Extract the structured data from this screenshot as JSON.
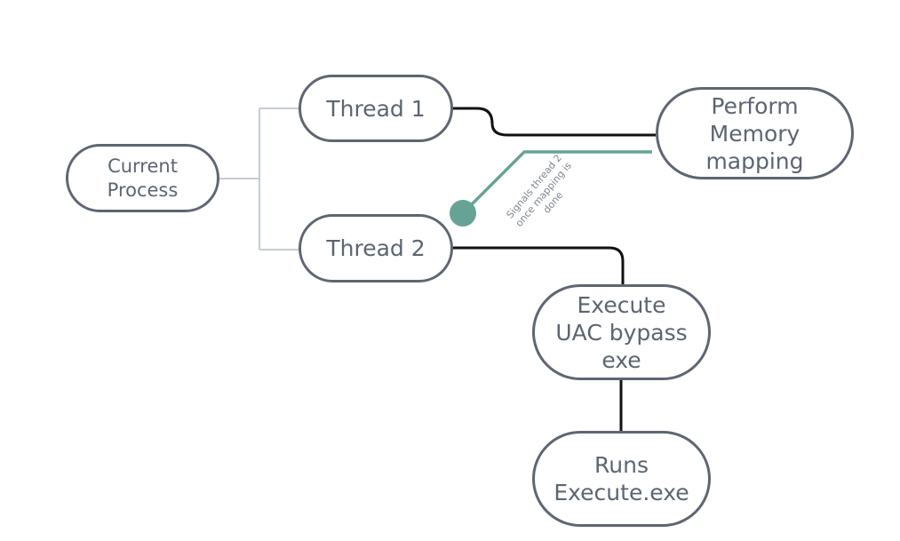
{
  "nodes": {
    "current_process": {
      "line1": "Current",
      "line2": "Process"
    },
    "thread_1": {
      "label": "Thread 1"
    },
    "thread_2": {
      "label": "Thread 2"
    },
    "perform_memory_mapping": {
      "line1": "Perform",
      "line2": "Memory",
      "line3": "mapping"
    },
    "execute_uac_bypass": {
      "line1": "Execute",
      "line2": "UAC bypass",
      "line3": "exe"
    },
    "runs_execute": {
      "line1": "Runs",
      "line2": "Execute.exe"
    }
  },
  "signal_annotation": {
    "line1": "Signals thread 2",
    "line2": "once mapping is",
    "line3": "done"
  },
  "colors": {
    "node_border": "#5e6672",
    "node_text": "#5c6572",
    "branch_line": "#c5ccd3",
    "connector": "#111111",
    "signal": "#66a396",
    "signal_text": "#7e8692"
  }
}
